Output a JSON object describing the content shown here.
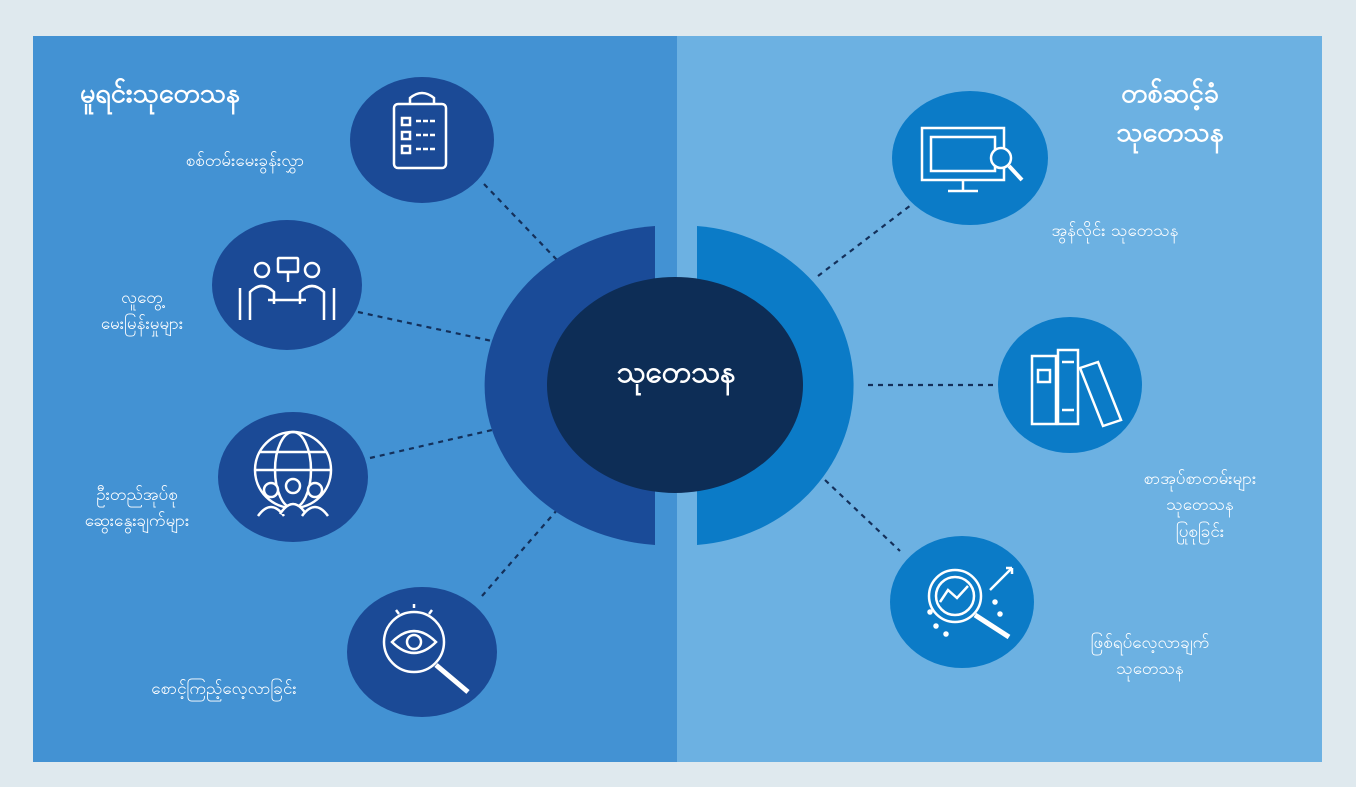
{
  "center": {
    "label": "သုတေသန"
  },
  "left": {
    "title": "မူရင်းသုတေသန",
    "items": [
      {
        "icon": "clipboard-checklist-icon",
        "label": "စစ်တမ်းမေးခွန်းလွှာ"
      },
      {
        "icon": "interview-meeting-icon",
        "label_lines": [
          "လူတွေ့",
          "မေးမြန်းမှုများ"
        ]
      },
      {
        "icon": "globe-group-icon",
        "label_lines": [
          "ဦးတည်အုပ်စု",
          "ဆွေးနွေးချက်များ"
        ]
      },
      {
        "icon": "eye-magnifier-icon",
        "label": "စောင့်ကြည့်လေ့လာခြင်း"
      }
    ]
  },
  "right": {
    "title_lines": [
      "တစ်ဆင့်ခံ",
      "သုတေသန"
    ],
    "items": [
      {
        "icon": "monitor-search-icon",
        "label": "အွန်လိုင်း သုတေသန"
      },
      {
        "icon": "books-icon",
        "label_lines": [
          "စာအုပ်စာတမ်းများ",
          "သုတေသန",
          "ပြုစုခြင်း"
        ]
      },
      {
        "icon": "data-analysis-magnifier-icon",
        "label_lines": [
          "ဖြစ်ရပ်လေ့လာချက်",
          "သုတေသန"
        ]
      }
    ]
  },
  "colors": {
    "background": "#dfe9ee",
    "left_panel": "#4392d3",
    "right_panel": "#6cb1e2",
    "left_half_ring": "#1a4b98",
    "right_half_ring": "#0b7bc7",
    "center_oval": "#0d2d56",
    "left_icon_circle": "#1b4a96",
    "right_icon_circle": "#0b7bc7"
  }
}
